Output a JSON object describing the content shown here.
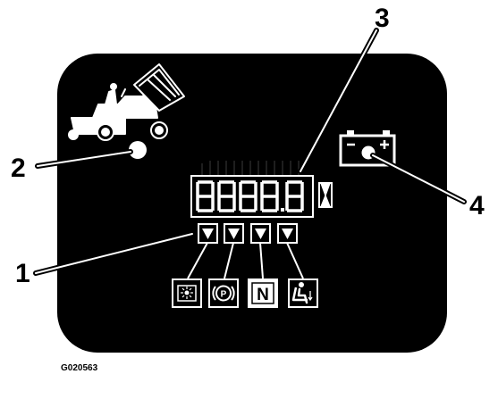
{
  "callouts": [
    {
      "label": "1",
      "target": "status-indicator-arrows"
    },
    {
      "label": "2",
      "target": "hopper-status-light"
    },
    {
      "label": "3",
      "target": "lcd-hour-meter"
    },
    {
      "label": "4",
      "target": "battery-warning-light"
    }
  ],
  "lcd_display": {
    "digits": "8888.8"
  },
  "indicator_icons": [
    "pto-icon",
    "parking-brake-icon",
    "neutral-icon",
    "operator-seat-icon"
  ],
  "neutral_symbol": "N",
  "parking_brake_symbol": "(P)",
  "battery_symbols": {
    "minus": "−",
    "plus": "+"
  },
  "figure_code": "G020563",
  "colors": {
    "panel": "#000000",
    "foreground": "#ffffff",
    "lcd_segments": "#3c3c3c"
  }
}
